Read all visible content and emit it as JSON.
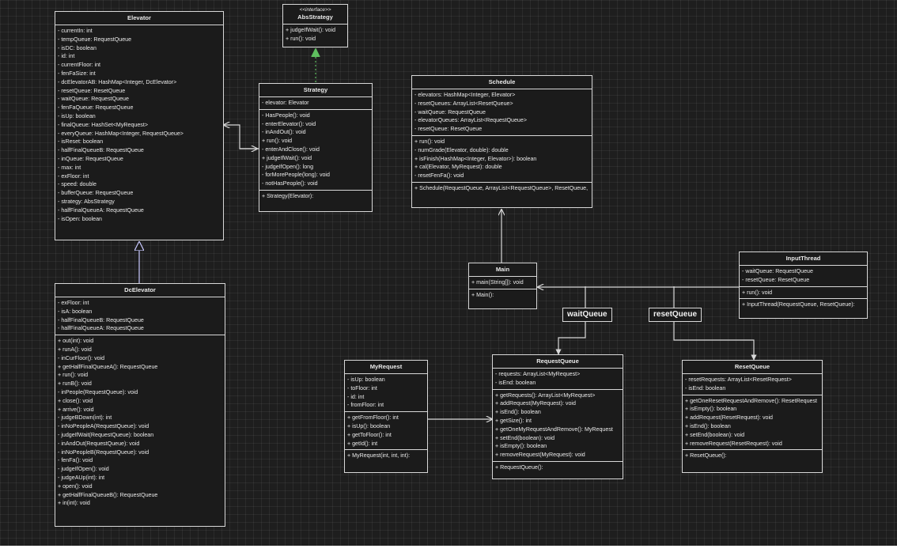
{
  "classes": {
    "elevator": {
      "name": "Elevator",
      "attributes": [
        "- currentIn: int",
        "- tempQueue: RequestQueue",
        "- isDC: boolean",
        "- id: int",
        "- currentFloor: int",
        "- fenFaSize: int",
        "- dcElevatorAB: HashMap<Integer, DcElevator>",
        "- resetQueue: ResetQueue",
        "- waitQueue: RequestQueue",
        "- fenFaQueue: RequestQueue",
        "- isUp: boolean",
        "- finalQueue: HashSet<MyRequest>",
        "- everyQueue: HashMap<Integer, RequestQueue>",
        "- isReset: boolean",
        "- halfFinalQueueB: RequestQueue",
        "- inQueue: RequestQueue",
        "- max: int",
        "- exFloor: int",
        "- speed: double",
        "- bufferQueue: RequestQueue",
        "- strategy: AbsStrategy",
        "- halfFinalQueueA: RequestQueue",
        "- isOpen: boolean"
      ],
      "methods": []
    },
    "absstrategy": {
      "stereotype": "<<interface>>",
      "name": "AbsStrategy",
      "attributes": [],
      "methods": [
        "+ judgeIfWait(): void",
        "+ run(): void"
      ]
    },
    "strategy": {
      "name": "Strategy",
      "attributes": [
        "- elevator: Elevator"
      ],
      "methods": [
        "- HasPeople(): void",
        "- enterElevator(): void",
        "- inAndOut(): void",
        "+ run(): void",
        "- enterAndClose(): void",
        "+ judgeIfWait(): void",
        "- judgeIfOpen(): long",
        "- forMorePeople(long): void",
        "- notHasPeople(): void"
      ],
      "constructors": [
        "+ Strategy(Elevator):"
      ]
    },
    "schedule": {
      "name": "Schedule",
      "attributes": [
        "- elevators: HashMap<Integer, Elevator>",
        "- resetQueues: ArrayList<ResetQueue>",
        "- waitQueue: RequestQueue",
        "- elevatorQueues: ArrayList<RequestQueue>",
        "- resetQueue: ResetQueue"
      ],
      "methods": [
        "+ run(): void",
        "- numGrade(Elevator, double): double",
        "+ isFinish(HashMap<Integer, Elevator>): boolean",
        "+ cal(Elevator, MyRequest): double",
        "- resetFenFa(): void"
      ],
      "constructors": [
        "+ Schedule(RequestQueue, ArrayList<RequestQueue>, ResetQueue,"
      ]
    },
    "dcelevator": {
      "name": "DcElevator",
      "attributes": [
        "- exFloor: int",
        "- isA: boolean",
        "- halfFinalQueueB: RequestQueue",
        "- halfFinalQueueA: RequestQueue"
      ],
      "methods": [
        "+ out(int): void",
        "+ runA(): void",
        "- inCurFloor(): void",
        "+ getHalfFinalQueueA(): RequestQueue",
        "+ run(): void",
        "+ runB(): void",
        "- inPeople(RequestQueue): void",
        "+ close(): void",
        "+ arrive(): void",
        "- judgeBDown(int): int",
        "- inNoPeopleA(RequestQueue): void",
        "- judgeIfWait(RequestQueue): boolean",
        "- inAndOut(RequestQueue): void",
        "- inNoPeopleB(RequestQueue): void",
        "- fenFa(): void",
        "- judgeIfOpen(): void",
        "- judgeAUp(int): int",
        "+ open(): void",
        "+ getHalfFinalQueueB(): RequestQueue",
        "+ in(int): void"
      ]
    },
    "main": {
      "name": "Main",
      "attributes": [],
      "methods": [
        "+ main(String[]): void"
      ],
      "constructors": [
        "+ Main():"
      ]
    },
    "inputthread": {
      "name": "InputThread",
      "attributes": [
        "- waitQueue: RequestQueue",
        "- resetQueue: ResetQueue"
      ],
      "methods": [
        "+ run(): void"
      ],
      "constructors": [
        "+ InputThread(RequestQueue, ResetQueue):"
      ]
    },
    "myrequest": {
      "name": "MyRequest",
      "attributes": [
        "- isUp: boolean",
        "- toFloor: int",
        "- id: int",
        "- fromFloor: int"
      ],
      "methods": [
        "+ getFromFloor(): int",
        "+ isUp(): boolean",
        "+ getToFloor(): int",
        "+ getId(): int"
      ],
      "constructors": [
        "+ MyRequest(int, int, int):"
      ]
    },
    "requestqueue": {
      "name": "RequestQueue",
      "attributes": [
        "- requests: ArrayList<MyRequest>",
        "- isEnd: boolean"
      ],
      "methods": [
        "+ getRequests(): ArrayList<MyRequest>",
        "+ addRequest(MyRequest): void",
        "+ isEnd(): boolean",
        "+ getSize(): int",
        "+ getOneMyRequestAndRemove(): MyRequest",
        "+ setEnd(boolean): void",
        "+ isEmpty(): boolean",
        "+ removeRequest(MyRequest): void"
      ],
      "constructors": [
        "+ RequestQueue():"
      ]
    },
    "resetqueue": {
      "name": "ResetQueue",
      "attributes": [
        "- resetRequests: ArrayList<ResetRequest>",
        "- isEnd: boolean"
      ],
      "methods": [
        "+ getOneResetRequestAndRemove(): ResetRequest",
        "+ isEmpty(): boolean",
        "+ addRequest(ResetRequest): void",
        "+ isEnd(): boolean",
        "+ setEnd(boolean): void",
        "+ removeRequest(ResetRequest): void"
      ],
      "constructors": [
        "+ ResetQueue():"
      ]
    }
  },
  "labels": {
    "wait_queue": "waitQueue",
    "reset_queue": "resetQueue"
  },
  "colors": {
    "line": "#d8d8d8",
    "realization": "#5fbf5f",
    "generalization": "#c9c9ff"
  }
}
